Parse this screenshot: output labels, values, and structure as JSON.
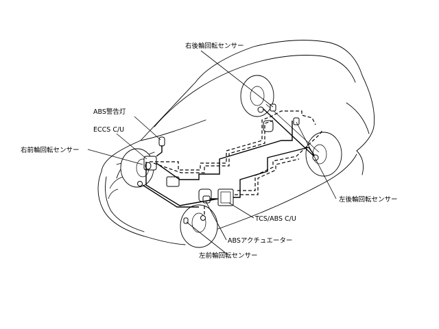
{
  "labels": {
    "rear_right_sensor": "右後輪回転センサー",
    "abs_warning_lamp": "ABS警告灯",
    "eccs_cu": "ECCS C/U",
    "front_right_sensor": "右前輪回転センサー",
    "rear_left_sensor": "左後輪回転センサー",
    "tcs_abs_cu": "TCS/ABS C/U",
    "abs_actuator": "ABSアクチュエーター",
    "front_left_sensor": "左前輪回転センサー"
  }
}
